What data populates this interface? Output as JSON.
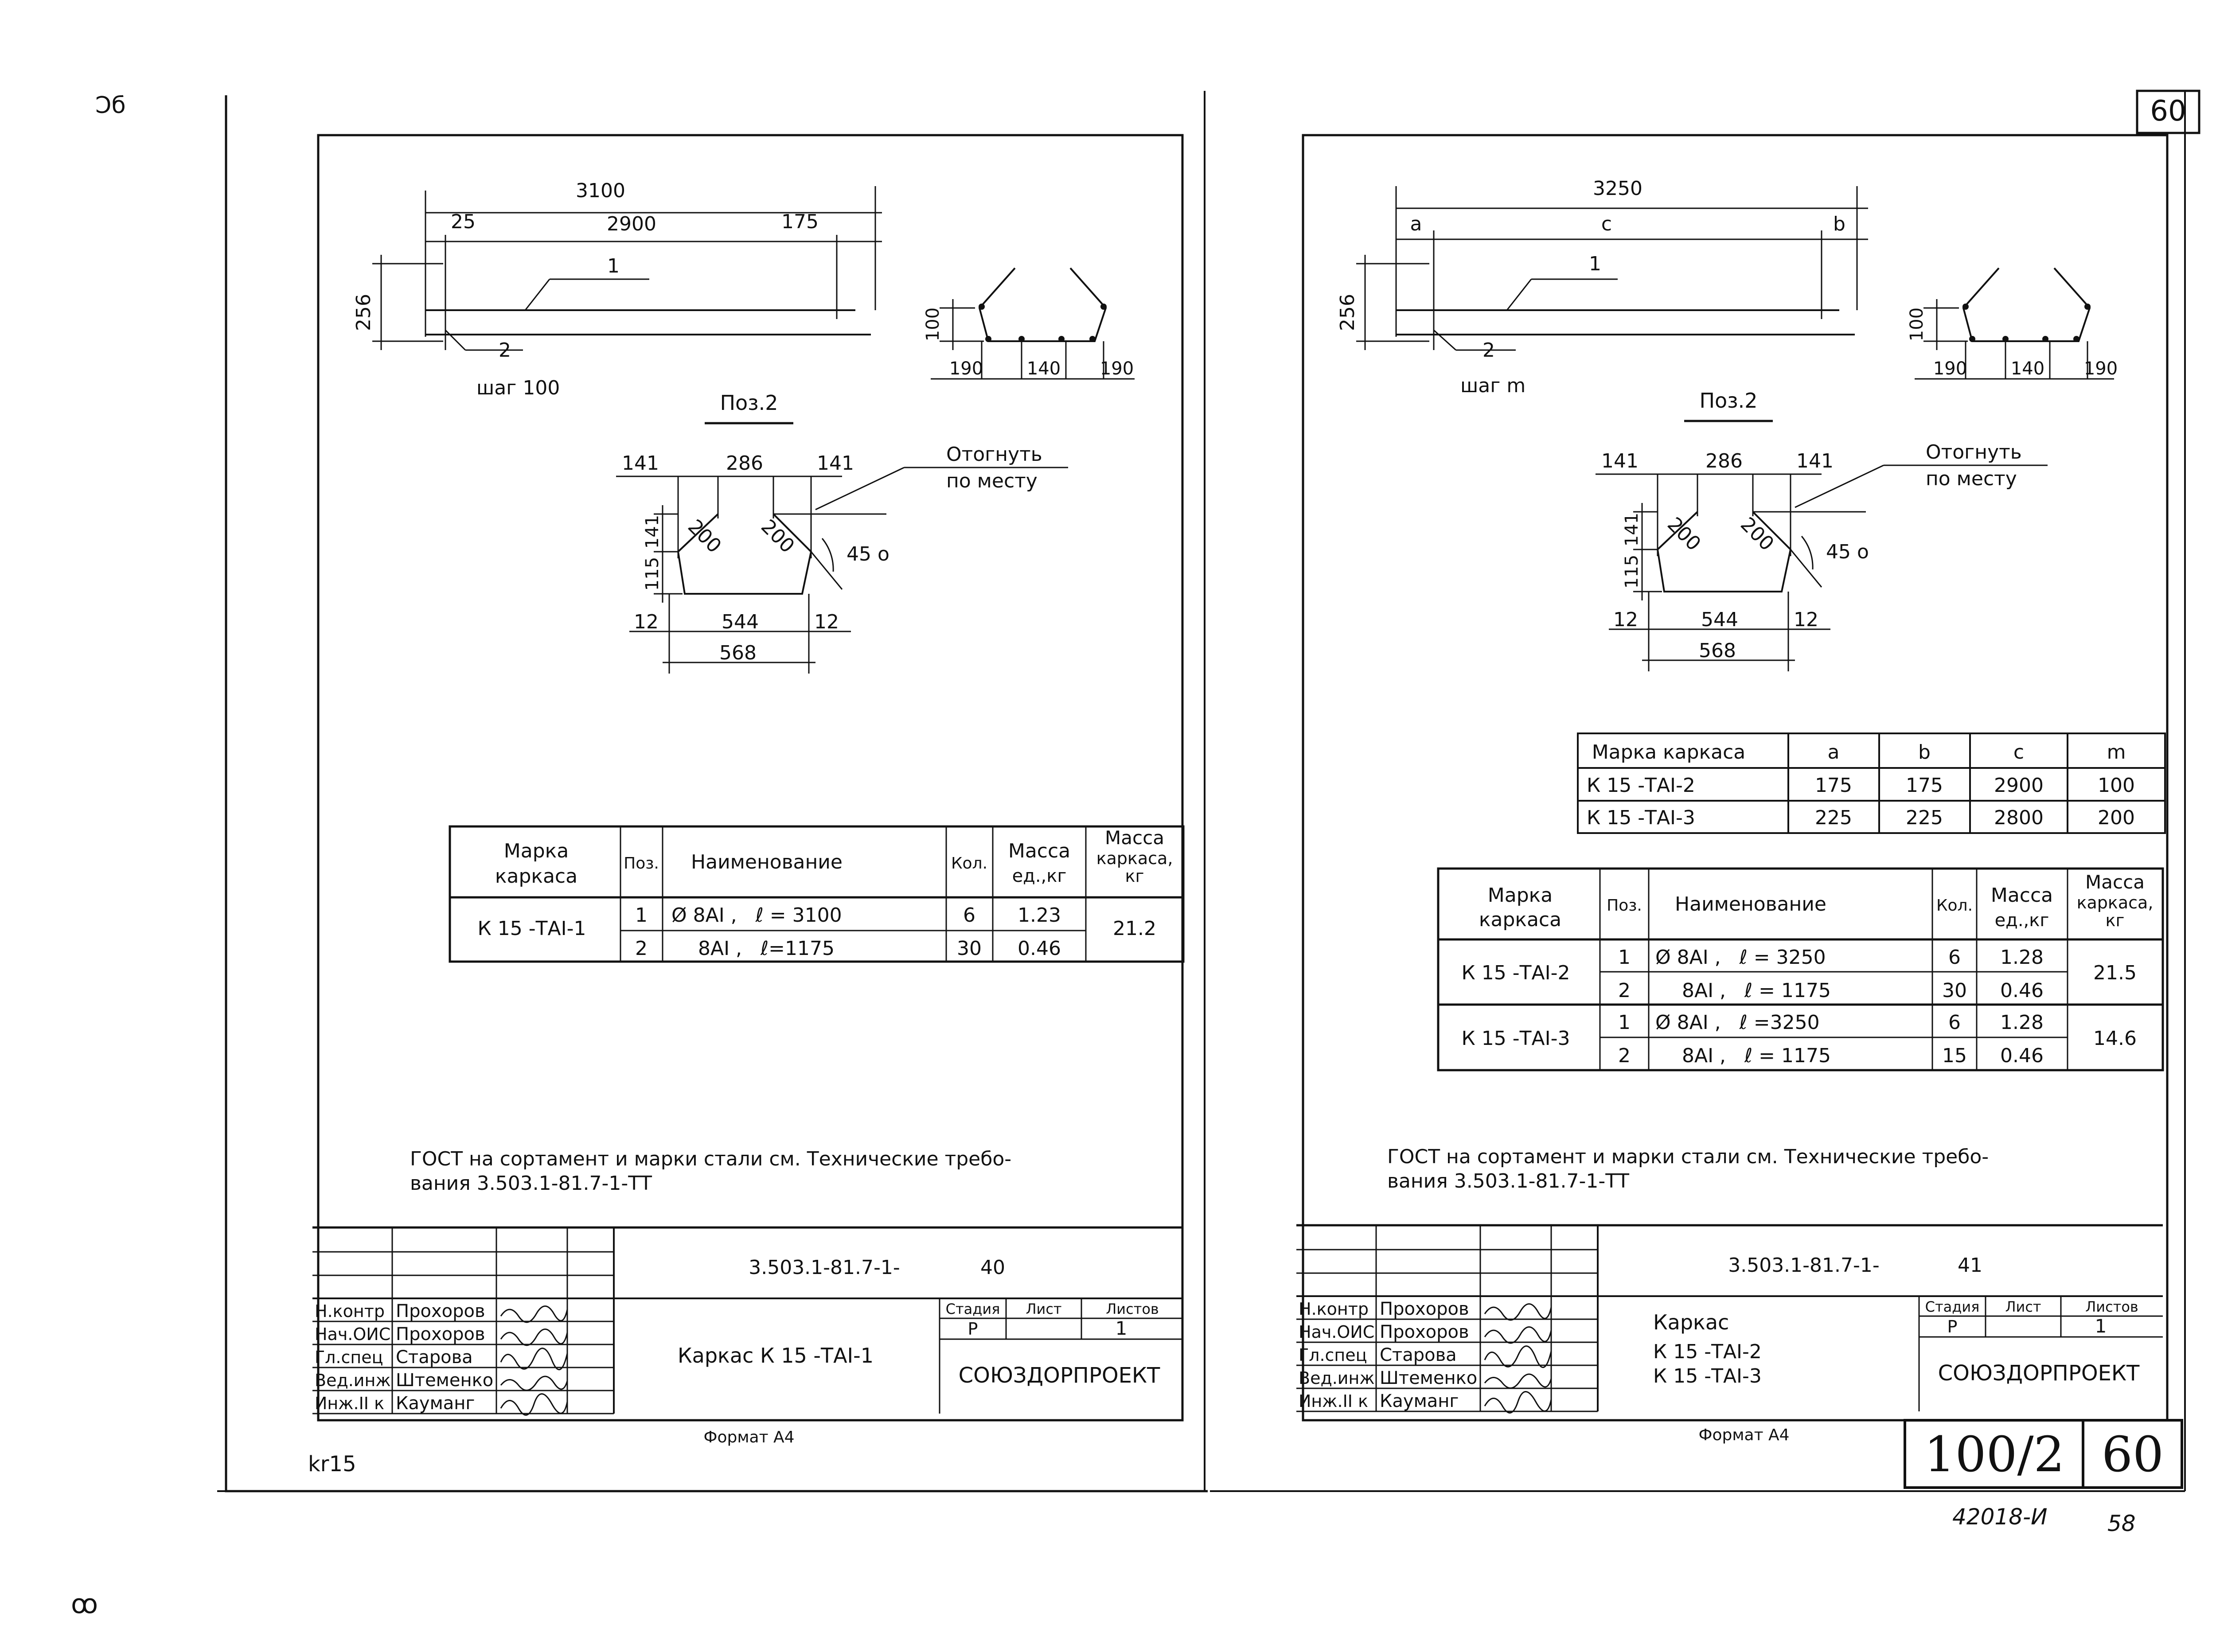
{
  "page": {
    "corner_mark_top": "Ͻб",
    "corner_mark_bottom": "ꝏ",
    "left_file_label": "kr15",
    "sheet_number_box": "60",
    "album_code": "100/2",
    "album_sheet": "60",
    "handwritten_inventory": "42018-И",
    "handwritten_page": "58"
  },
  "left_sheet": {
    "dims": {
      "overall": "3100",
      "left_offset": "25",
      "middle": "2900",
      "right_offset": "175",
      "height": "256",
      "bar1": "1",
      "bar2": "2",
      "step": "шаг 100",
      "section_height": "100",
      "section_left": "190",
      "section_mid": "140",
      "section_right": "190"
    },
    "pos2": {
      "title": "Поз.2",
      "top_left": "141",
      "top_mid": "286",
      "top_right": "141",
      "note_line1": "Отогнуть",
      "note_line2": "по месту",
      "left_vert": "141",
      "diag_left": "200",
      "diag_right": "200",
      "angle": "45 о",
      "low_vert": "115",
      "bot_left": "12",
      "bot_mid": "544",
      "bot_right": "12",
      "bot_total": "568"
    },
    "spec": {
      "headers": [
        "Марка каркаса",
        "Поз.",
        "Наименование",
        "Кол.",
        "Масса ед.,кг",
        "Масса каркаса, кг"
      ],
      "mark": "К 15 -ТАI-1",
      "total_mass": "21.2",
      "rows": [
        {
          "pos": "1",
          "name": "Ø 8AI ,   ℓ = 3100",
          "qty": "6",
          "mass": "1.23"
        },
        {
          "pos": "2",
          "name": "8AI ,   ℓ=1175",
          "qty": "30",
          "mass": "0.46"
        }
      ]
    },
    "note": {
      "line1": "ГОСТ на сортамент и марки стали см. Технические требо-",
      "line2": "вания 3.503.1-81.7-1-ТТ"
    },
    "stamp": {
      "doc_code": "3.503.1-81.7-1-",
      "doc_num": "40",
      "roles": [
        "Н.контр",
        "Нач.ОИС",
        "Гл.спец",
        "Вед.инж",
        "Инж.II к"
      ],
      "names": [
        "Прохоров",
        "Прохоров",
        "Старова",
        "Штеменко",
        "Кауманг"
      ],
      "title": "Каркас К 15 -ТАI-1",
      "stage_label": "Стадия",
      "sheet_label": "Лист",
      "sheets_label": "Листов",
      "stage": "Р",
      "sheets": "1",
      "org": "СОЮЗДОРПРОЕКТ"
    },
    "format": "Формат А4"
  },
  "right_sheet": {
    "dims": {
      "overall": "3250",
      "left_offset": "a",
      "middle": "c",
      "right_offset": "b",
      "height": "256",
      "bar1": "1",
      "bar2": "2",
      "step": "шаг m",
      "section_height": "100",
      "section_left": "190",
      "section_mid": "140",
      "section_right": "190"
    },
    "pos2": {
      "title": "Поз.2",
      "top_left": "141",
      "top_mid": "286",
      "top_right": "141",
      "note_line1": "Отогнуть",
      "note_line2": "по месту",
      "left_vert": "141",
      "diag_left": "200",
      "diag_right": "200",
      "angle": "45 о",
      "low_vert": "115",
      "bot_left": "12",
      "bot_mid": "544",
      "bot_right": "12",
      "bot_total": "568"
    },
    "params": {
      "headers": [
        "Марка каркаса",
        "a",
        "b",
        "c",
        "m"
      ],
      "rows": [
        [
          "К 15 -ТАI-2",
          "175",
          "175",
          "2900",
          "100"
        ],
        [
          "К 15 -ТАI-3",
          "225",
          "225",
          "2800",
          "200"
        ]
      ]
    },
    "spec": {
      "headers": [
        "Марка каркаса",
        "Поз.",
        "Наименование",
        "Кол.",
        "Масса ед.,кг",
        "Масса каркаса, кг"
      ],
      "groups": [
        {
          "mark": "К 15 -ТАI-2",
          "total_mass": "21.5",
          "rows": [
            {
              "pos": "1",
              "name": "Ø 8AI ,   ℓ = 3250",
              "qty": "6",
              "mass": "1.28"
            },
            {
              "pos": "2",
              "name": "8AI ,   ℓ = 1175",
              "qty": "30",
              "mass": "0.46"
            }
          ]
        },
        {
          "mark": "К 15 -ТАI-3",
          "total_mass": "14.6",
          "rows": [
            {
              "pos": "1",
              "name": "Ø 8AI ,   ℓ =3250",
              "qty": "6",
              "mass": "1.28"
            },
            {
              "pos": "2",
              "name": "8AI ,   ℓ = 1175",
              "qty": "15",
              "mass": "0.46"
            }
          ]
        }
      ]
    },
    "note": {
      "line1": "ГОСТ на сортамент и марки стали см. Технические требо-",
      "line2": "вания 3.503.1-81.7-1-ТТ"
    },
    "stamp": {
      "doc_code": "3.503.1-81.7-1-",
      "doc_num": "41",
      "roles": [
        "Н.контр",
        "Нач.ОИС",
        "Гл.спец",
        "Вед.инж",
        "Инж.II к"
      ],
      "names": [
        "Прохоров",
        "Прохоров",
        "Старова",
        "Штеменко",
        "Кауманг"
      ],
      "title_line1": "Каркас",
      "title_line2": "К 15 -ТАI-2",
      "title_line3": "К 15 -ТАI-3",
      "stage_label": "Стадия",
      "sheet_label": "Лист",
      "sheets_label": "Листов",
      "stage": "Р",
      "sheets": "1",
      "org": "СОЮЗДОРПРОЕКТ"
    },
    "format": "Формат А4"
  }
}
